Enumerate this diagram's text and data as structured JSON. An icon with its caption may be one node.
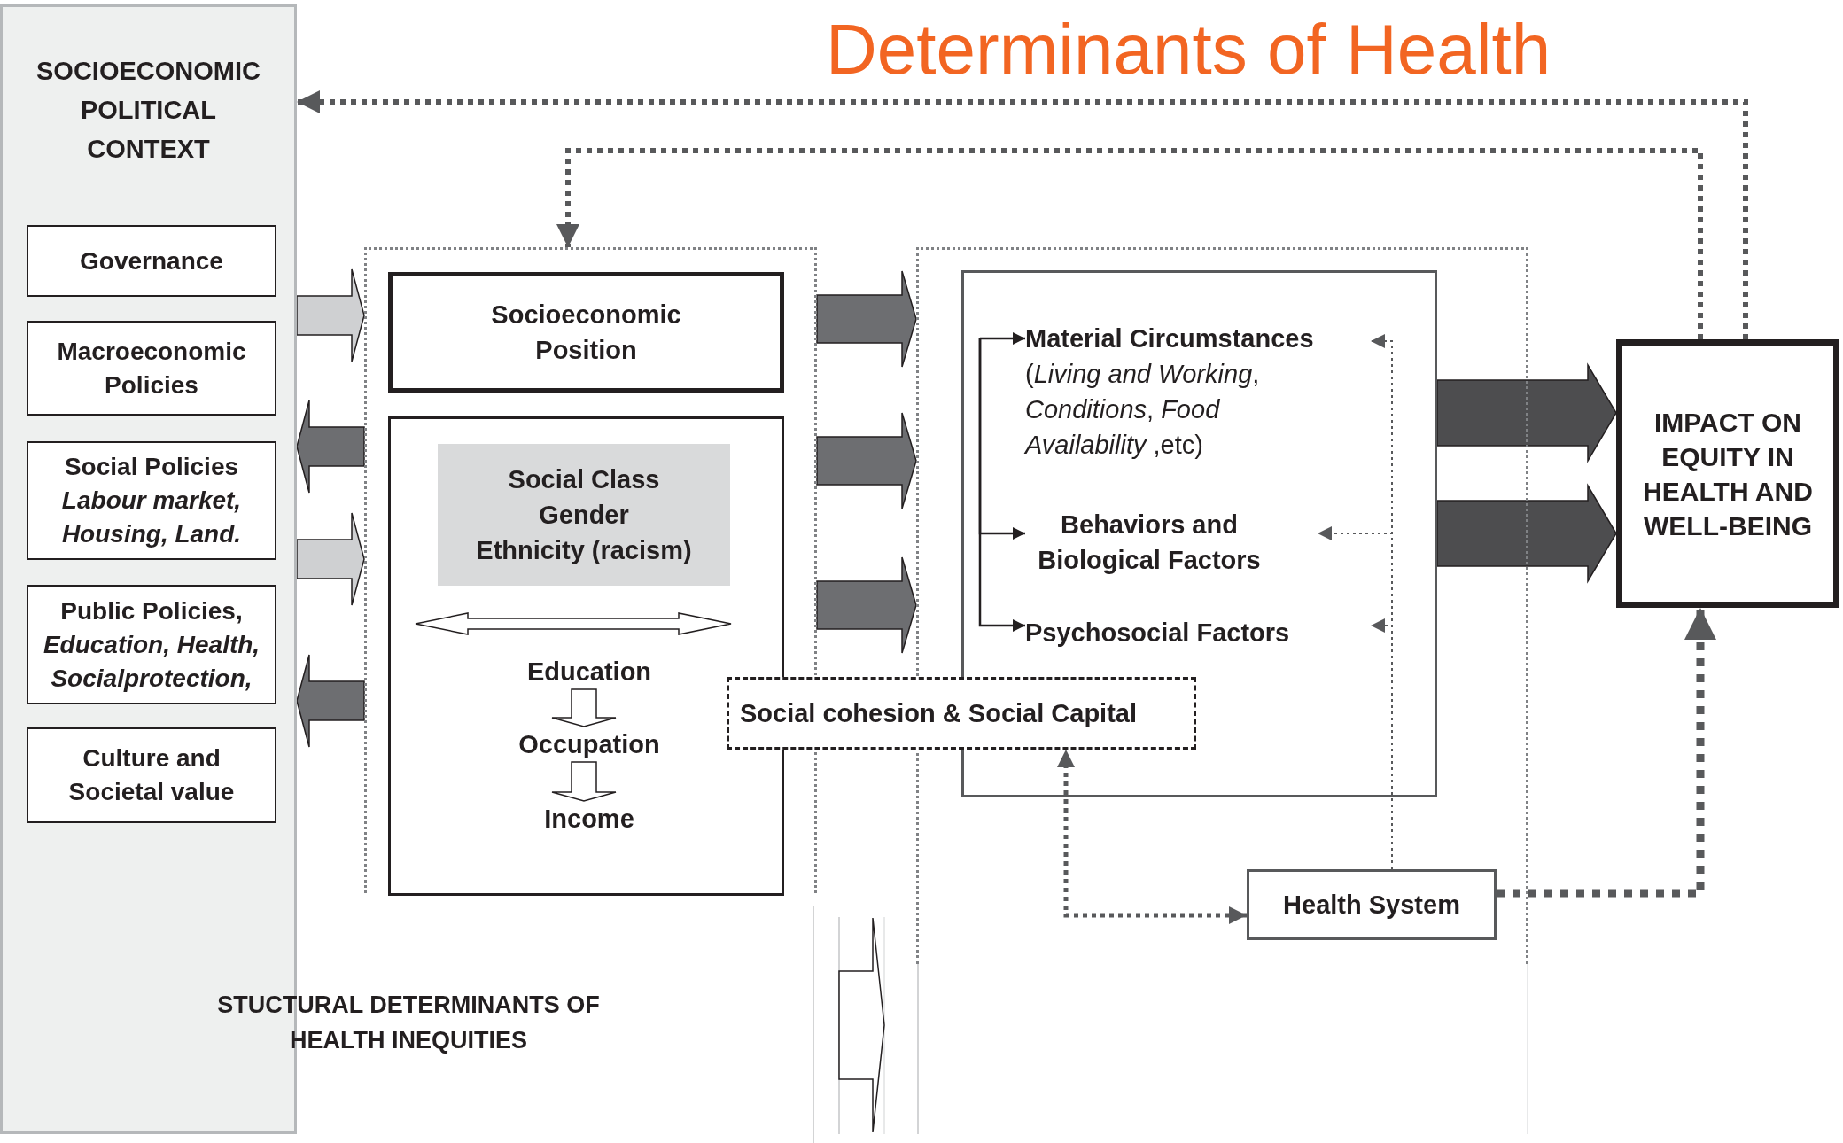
{
  "diagram": {
    "title": "Determinants of Health",
    "nodes": [
      {
        "text": [
          "SOCIOECONOMIC POLITICAL CONTEXT"
        ]
      },
      {
        "text": [
          "Governance"
        ],
        "in": 0
      },
      {
        "text": [
          "Macroeconomic Policies"
        ],
        "in": 0
      },
      {
        "text": [
          "Social Policies",
          "Labour market, Housing, Land."
        ],
        "in": 0
      },
      {
        "text": [
          "Public Policies,",
          "Education, Health, Socialprotection,"
        ],
        "in": 0
      },
      {
        "text": [
          "Culture and Societal value"
        ],
        "in": 0
      },
      {
        "text": [],
        "shape": "box"
      },
      {
        "text": [
          "Socioeconomic Position"
        ],
        "in": 6
      },
      {
        "text": [],
        "shape": "box",
        "in": 6
      },
      {
        "text": [
          "Social Class",
          "Gender",
          "Ethnicity (racism)"
        ],
        "in": 8
      },
      {
        "text": [
          "Education"
        ],
        "in": 8
      },
      {
        "text": [
          "Occupation"
        ],
        "in": 8
      },
      {
        "text": [
          "Income"
        ],
        "in": 8
      },
      {
        "text": [],
        "shape": "box"
      },
      {
        "text": [],
        "shape": "box",
        "in": 13
      },
      {
        "text": [
          "Material Circumstances",
          "(*Living and Working*, *Conditions*, *Food Availability* ,etc)"
        ],
        "in": 14
      },
      {
        "text": [
          "Behaviors and Biological Factors"
        ],
        "in": 14
      },
      {
        "text": [
          "Psychosocial Factors"
        ],
        "in": 14
      },
      {
        "text": [
          "Social cohesion & Social Capital"
        ]
      },
      {
        "text": [
          "Health System"
        ],
        "in": 13
      },
      {
        "text": [
          "IMPACT ON EQUITY IN HEALTH AND WELL-BEING"
        ]
      }
    ],
    "edges": [
      {
        "from": 0,
        "to": 6,
        "arrow": "to",
        "style": "thick",
        "color": "#cfd0d2"
      },
      {
        "from": 6,
        "to": 0,
        "arrow": "to",
        "style": "thick",
        "color": "#6d6e71"
      },
      {
        "from": 0,
        "to": 6,
        "arrow": "to",
        "style": "thick",
        "color": "#cfd0d2"
      },
      {
        "from": 6,
        "to": 0,
        "arrow": "to",
        "style": "thick",
        "color": "#6d6e71"
      },
      {
        "from": 6,
        "to": 13,
        "arrow": "to",
        "style": "thick",
        "color": "#6d6e71"
      },
      {
        "from": 6,
        "to": 13,
        "arrow": "to",
        "style": "thick",
        "color": "#6d6e71"
      },
      {
        "from": 6,
        "to": 13,
        "arrow": "to",
        "style": "thick",
        "color": "#6d6e71"
      },
      {
        "from": 10,
        "to": 11,
        "arrow": "to",
        "style": "thick",
        "color": "#ffffff"
      },
      {
        "from": 11,
        "to": 12,
        "arrow": "to",
        "style": "thick",
        "color": "#ffffff"
      },
      {
        "from": null,
        "to": 15,
        "arrow": "to"
      },
      {
        "from": null,
        "to": 16,
        "arrow": "to"
      },
      {
        "from": null,
        "to": 17,
        "arrow": "to"
      },
      {
        "from": 19,
        "to": 15,
        "arrow": "to",
        "style": "dashed",
        "color": "#58595b"
      },
      {
        "from": 19,
        "to": 16,
        "arrow": "to",
        "style": "dashed",
        "color": "#58595b"
      },
      {
        "from": 19,
        "to": 17,
        "arrow": "to",
        "style": "dashed",
        "color": "#58595b"
      },
      {
        "from": 19,
        "to": 18,
        "arrow": "both",
        "style": "dashed",
        "color": "#58595b"
      },
      {
        "from": 19,
        "to": 20,
        "arrow": "to",
        "style": "dashed",
        "color": "#58595b"
      },
      {
        "from": 14,
        "to": 20,
        "arrow": "to",
        "style": "thick",
        "color": "#4d4d4f"
      },
      {
        "from": 14,
        "to": 20,
        "arrow": "to",
        "style": "thick",
        "color": "#4d4d4f"
      },
      {
        "from": 20,
        "to": 0,
        "arrow": "to",
        "style": "dashed",
        "color": "#58595b"
      },
      {
        "from": 20,
        "to": 6,
        "arrow": "to",
        "style": "dashed",
        "color": "#58595b"
      }
    ],
    "labels": [
      "STUCTURAL DETERMINANTS OF HEALTH INEQUITIES"
    ]
  }
}
